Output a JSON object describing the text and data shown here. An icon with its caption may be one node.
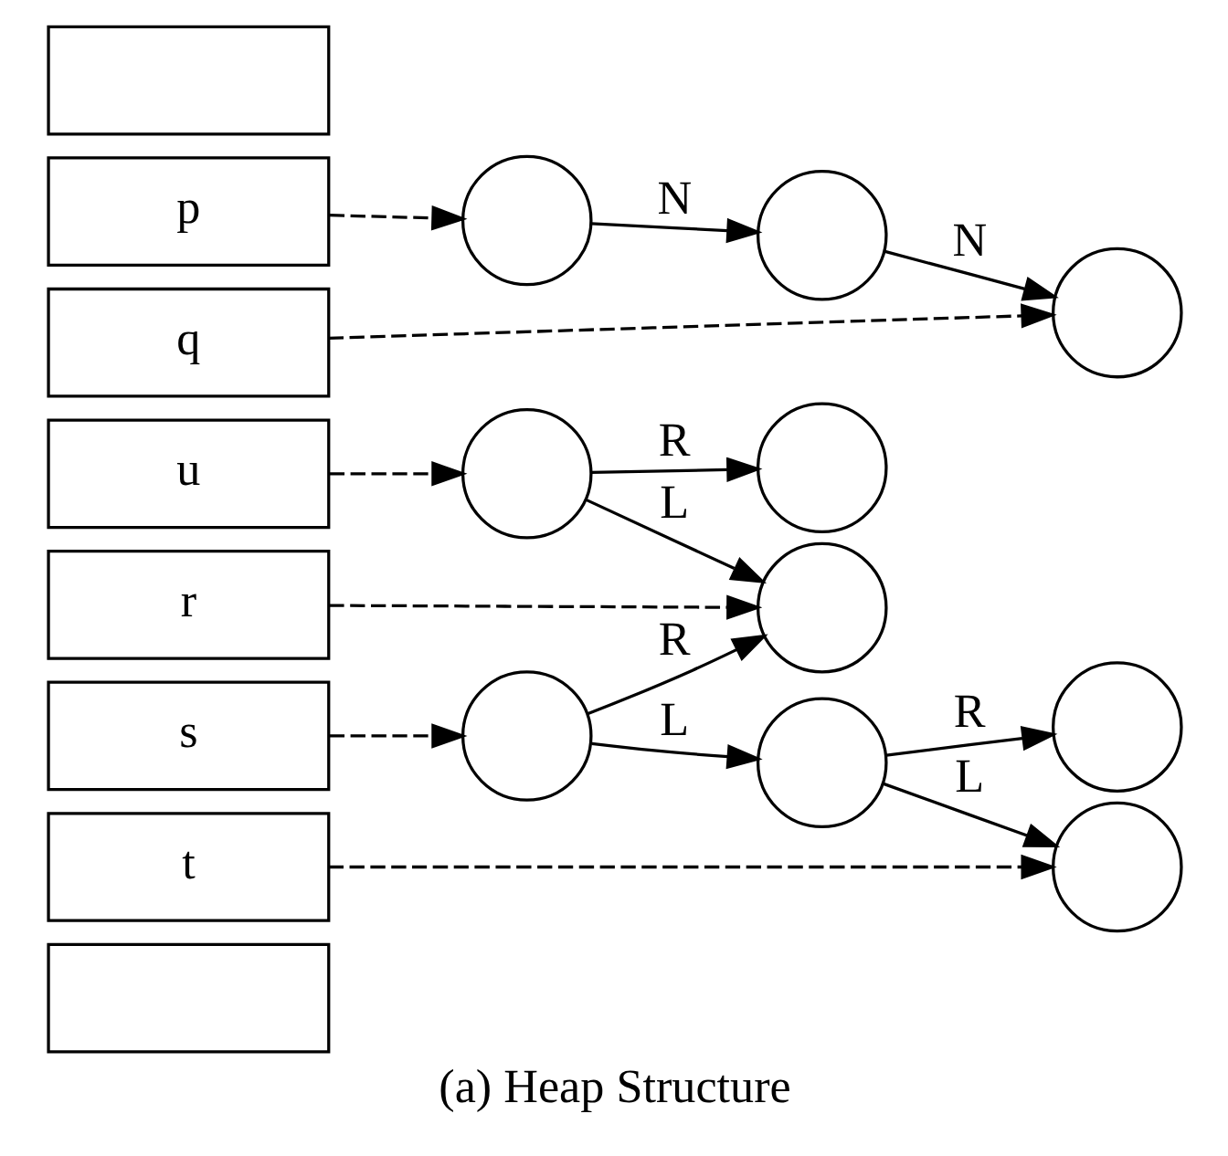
{
  "diagram": {
    "caption": "(a) Heap Structure",
    "nodes": [
      {
        "text": [],
        "shape": "box"
      },
      {
        "text": [
          "p"
        ]
      },
      {
        "text": [
          "q"
        ]
      },
      {
        "text": [
          "u"
        ]
      },
      {
        "text": [
          "r"
        ]
      },
      {
        "text": [
          "s"
        ]
      },
      {
        "text": [
          "t"
        ]
      },
      {
        "text": [],
        "shape": "box"
      },
      {
        "text": [],
        "shape": "circle"
      },
      {
        "text": [],
        "shape": "circle"
      },
      {
        "text": [],
        "shape": "circle"
      },
      {
        "text": [],
        "shape": "circle"
      },
      {
        "text": [],
        "shape": "circle"
      },
      {
        "text": [],
        "shape": "circle"
      },
      {
        "text": [],
        "shape": "circle"
      },
      {
        "text": [],
        "shape": "circle"
      },
      {
        "text": [],
        "shape": "circle"
      },
      {
        "text": [],
        "shape": "circle"
      }
    ],
    "edges": [
      {
        "from": 1,
        "to": 8,
        "arrow": "to",
        "style": "dashed"
      },
      {
        "from": 8,
        "to": 9,
        "arrow": "to",
        "label": "N"
      },
      {
        "from": 9,
        "to": 10,
        "arrow": "to",
        "label": "N"
      },
      {
        "from": 2,
        "to": 10,
        "arrow": "to",
        "style": "dashed"
      },
      {
        "from": 3,
        "to": 12,
        "arrow": "to",
        "style": "dashed"
      },
      {
        "from": 4,
        "to": 14,
        "arrow": "to",
        "style": "dashed"
      },
      {
        "from": 5,
        "to": 11,
        "arrow": "to",
        "style": "dashed"
      },
      {
        "from": 6,
        "to": 16,
        "arrow": "to",
        "style": "dashed"
      },
      {
        "from": 11,
        "to": 13,
        "arrow": "to",
        "label": "L"
      },
      {
        "from": 11,
        "to": 14,
        "arrow": "to",
        "label": "R"
      },
      {
        "from": 12,
        "to": 14,
        "arrow": "to",
        "label": "L"
      },
      {
        "from": 12,
        "to": 15,
        "arrow": "to",
        "label": "R"
      },
      {
        "from": 13,
        "to": 16,
        "arrow": "to",
        "label": "L"
      },
      {
        "from": 13,
        "to": 17,
        "arrow": "to",
        "label": "R"
      }
    ]
  }
}
